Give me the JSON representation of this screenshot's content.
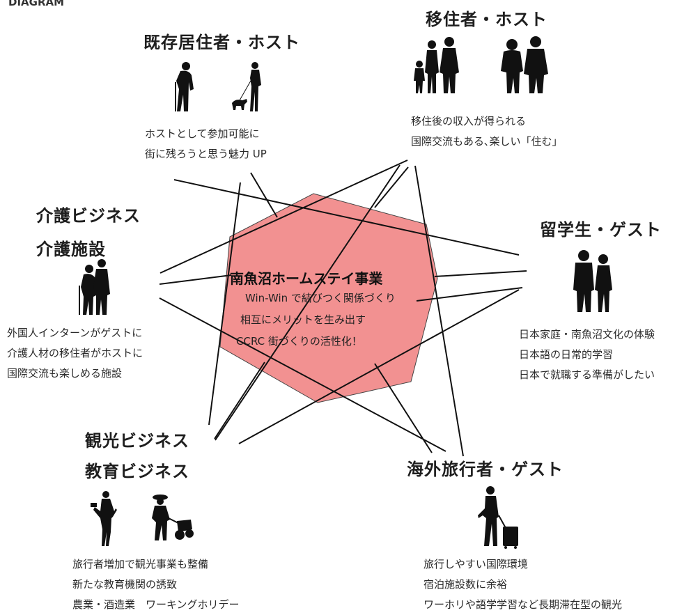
{
  "header": {
    "corner_label": "DIAGRAM"
  },
  "center": {
    "title": "南魚沼ホームステイ事業",
    "lines": [
      "Win-Win で結びつく関係づくり",
      "相互にメリットを生み出す",
      "CCRC 街づくりの活性化！"
    ],
    "fill_color": "#f29191"
  },
  "groups": {
    "resident_host": {
      "title": "既存居住者・ホスト",
      "lines": [
        "ホストとして参加可能に",
        "街に残ろうと思う魅力 UP"
      ],
      "icons": [
        "elderly-man-with-cane-icon",
        "woman-walking-dog-icon"
      ]
    },
    "migrant_host": {
      "title": "移住者・ホスト",
      "lines": [
        "移住後の収入が得られる",
        "国際交流もある､楽しい「住む」"
      ],
      "icons": [
        "family-icon",
        "elderly-couple-icon"
      ]
    },
    "student_guest": {
      "title": "留学生・ゲスト",
      "lines": [
        "日本家庭・南魚沼文化の体験",
        "日本語の日常的学習",
        "日本で就職する準備がしたい"
      ],
      "icons": [
        "young-couple-icon"
      ]
    },
    "care": {
      "title1": "介護ビジネス",
      "title2": "介護施設",
      "lines": [
        "外国人インターンがゲストに",
        "介護人材の移住者がホストに",
        "国際交流も楽しめる施設"
      ],
      "icons": [
        "caregiver-with-elderly-icon"
      ]
    },
    "tourism": {
      "title1": "観光ビジネス",
      "title2": "教育ビジネス",
      "lines": [
        "旅行者増加で観光事業も整備",
        "新たな教育機関の誘致",
        "農業・酒造業　ワーキングホリデー"
      ],
      "icons": [
        "presenter-woman-icon",
        "farmer-with-cart-icon"
      ]
    },
    "traveler_guest": {
      "title": "海外旅行者・ゲスト",
      "lines": [
        "旅行しやすい国際環境",
        "宿泊施設数に余裕",
        "ワーホリや語学学習など長期滞在型の観光"
      ],
      "icons": [
        "traveler-with-suitcase-icon"
      ]
    }
  }
}
